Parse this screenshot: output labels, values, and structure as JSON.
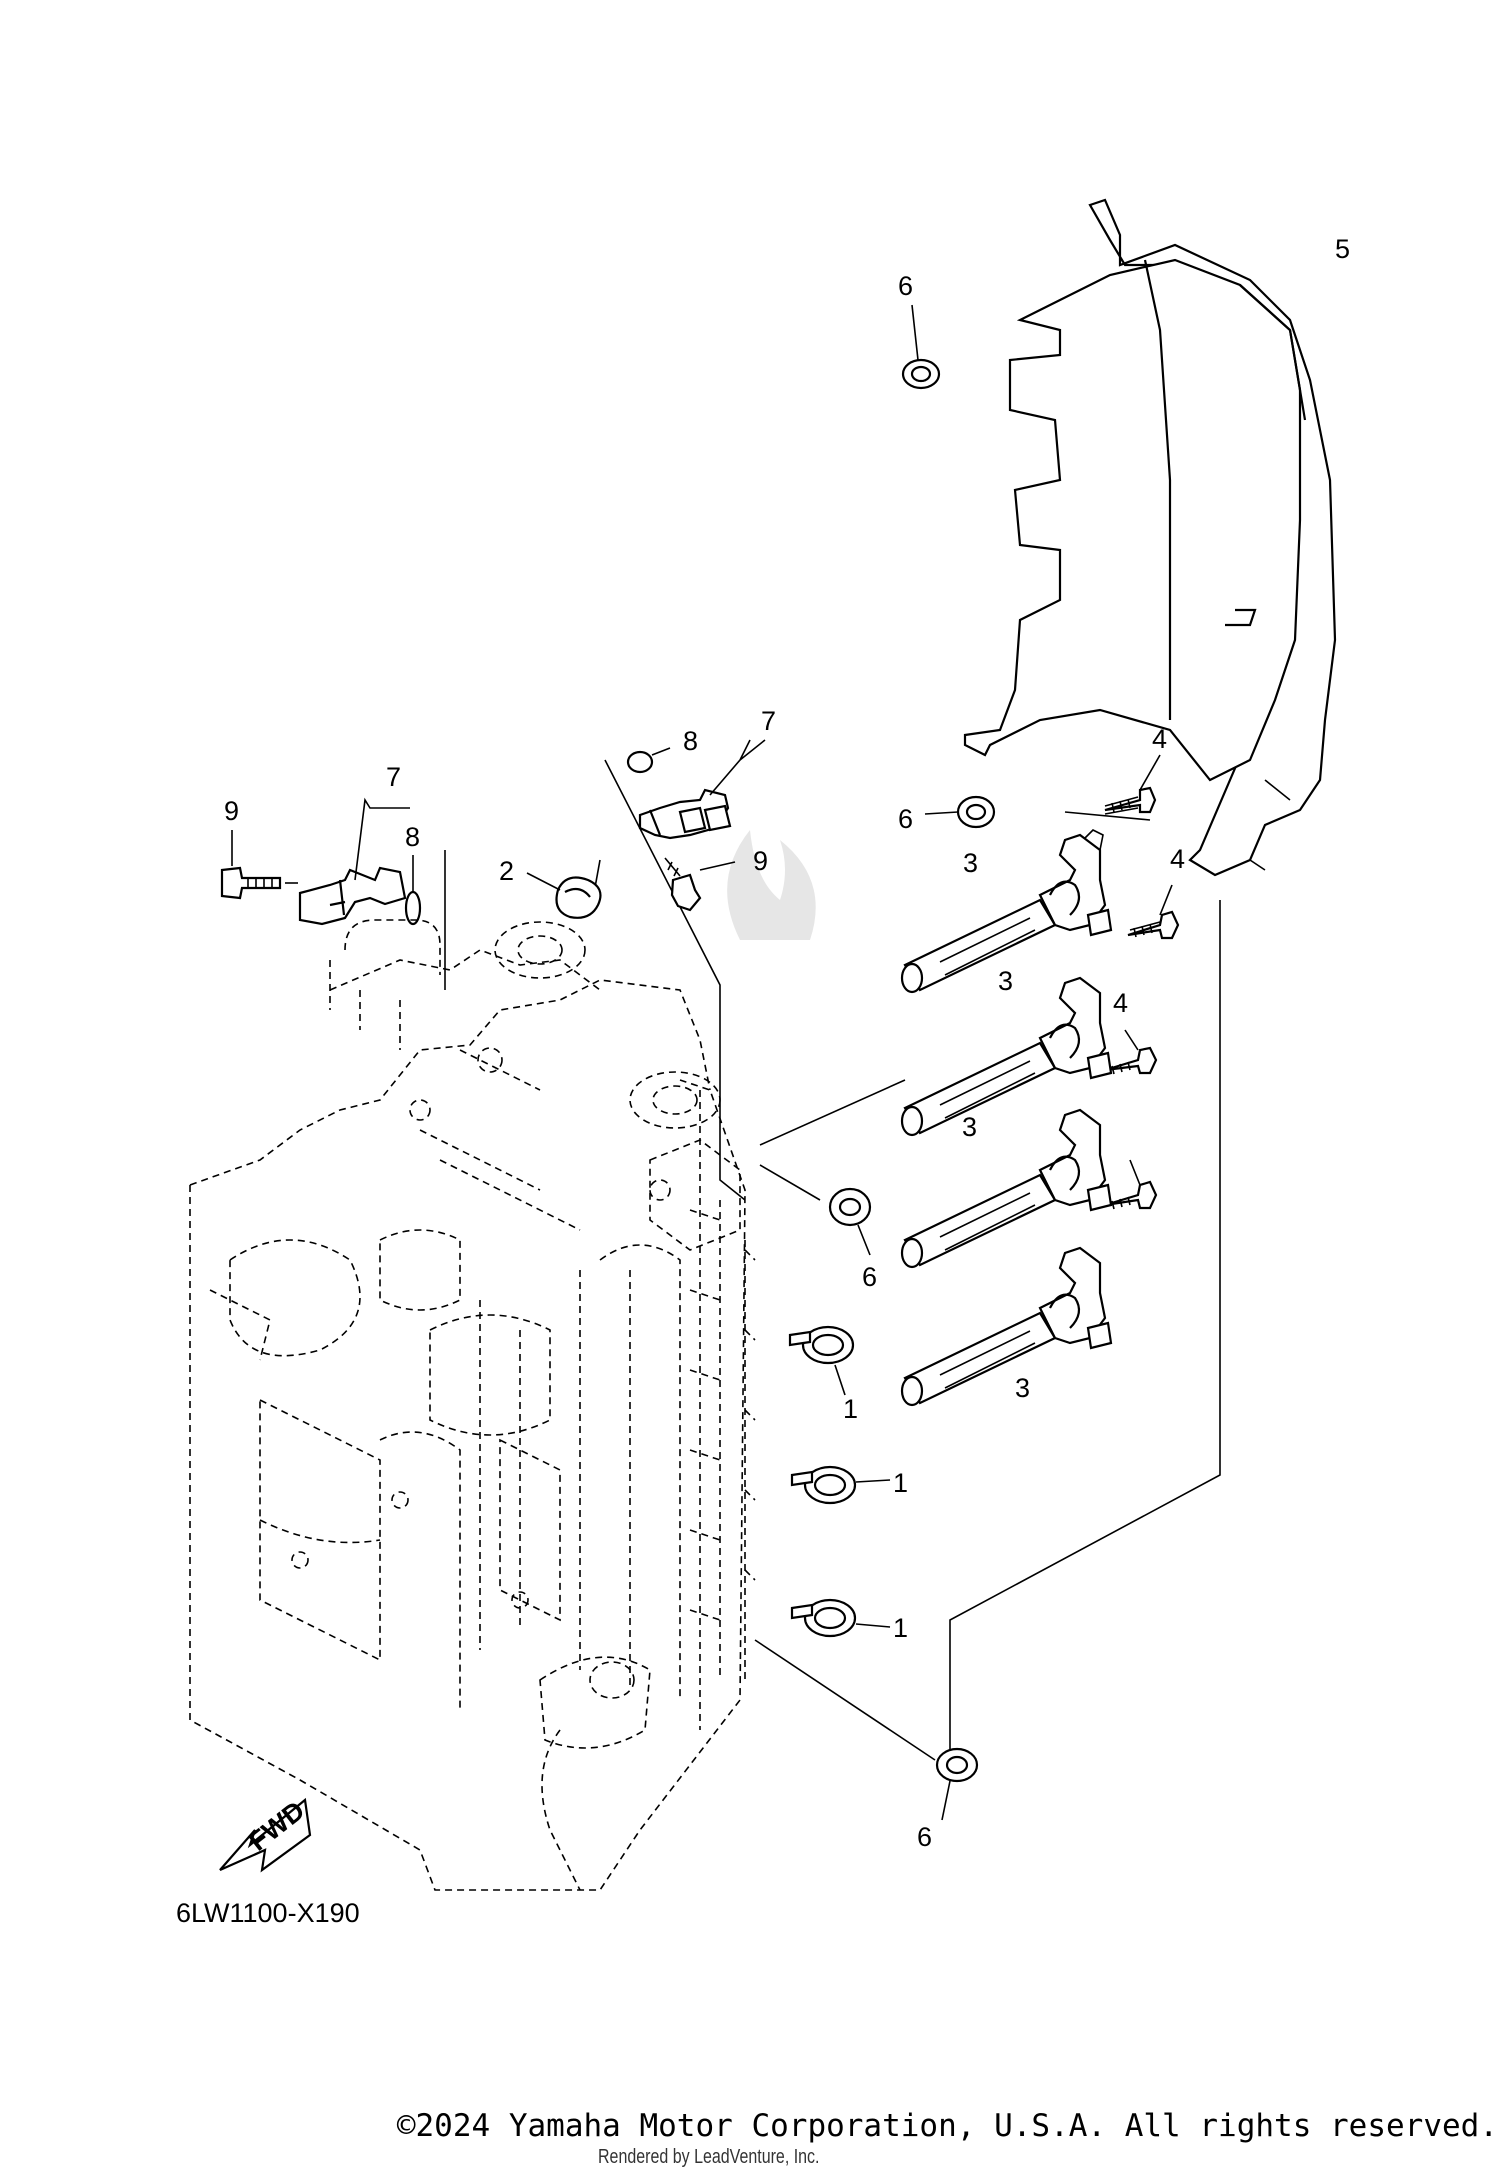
{
  "diagram": {
    "figure_code": "6LW1100-X190",
    "fwd_label": "FWD",
    "callouts": {
      "c1a": "1",
      "c1b": "1",
      "c1c": "1",
      "c2": "2",
      "c3a": "3",
      "c3b": "3",
      "c3c": "3",
      "c3d": "3",
      "c4a": "4",
      "c4b": "4",
      "c4c": "4",
      "c5": "5",
      "c6a": "6",
      "c6b": "6",
      "c6c": "6",
      "c6d": "6",
      "c7a": "7",
      "c7b": "7",
      "c8a": "8",
      "c8b": "8",
      "c9a": "9",
      "c9b": "9"
    }
  },
  "footer": {
    "copyright": "©2024 Yamaha Motor Corporation, U.S.A. All rights reserved.",
    "rendered_by": "Rendered by LeadVenture, Inc."
  }
}
